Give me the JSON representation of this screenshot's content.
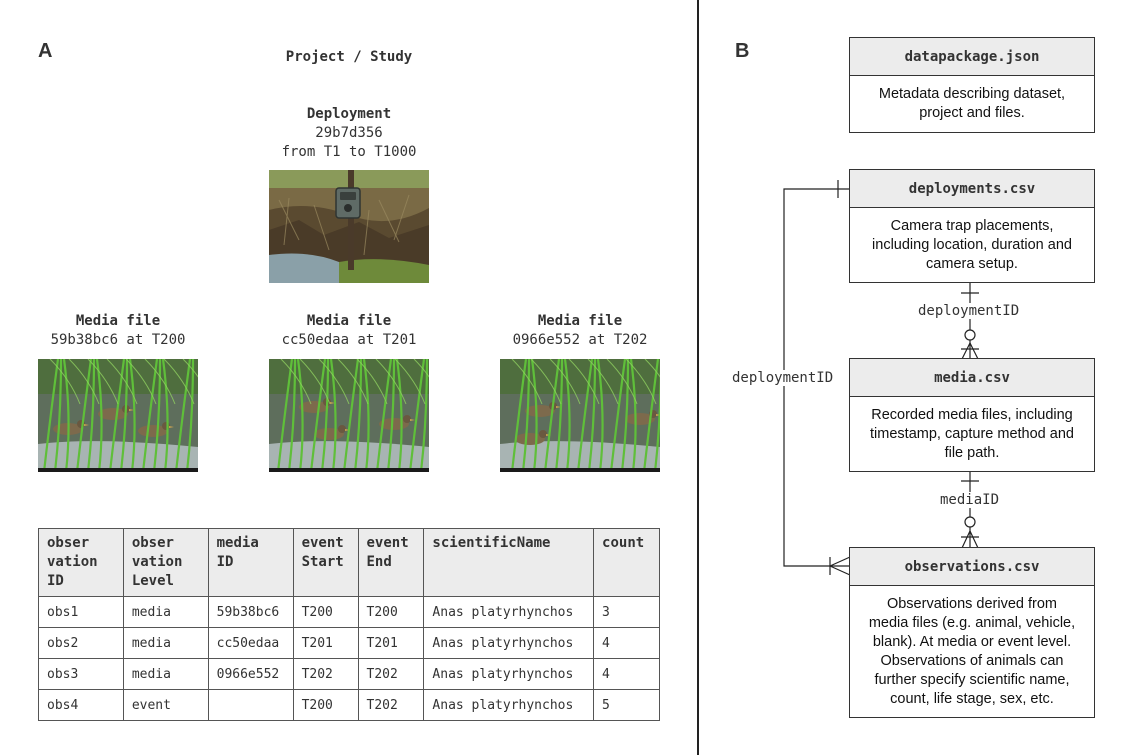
{
  "panel_a": {
    "letter": "A",
    "project_title": "Project / Study",
    "deployment": {
      "title": "Deployment",
      "id": "29b7d356",
      "range": "from T1 to T1000"
    },
    "media": [
      {
        "title": "Media file",
        "subtitle": "59b38bc6 at T200"
      },
      {
        "title": "Media file",
        "subtitle": "cc50edaa at T201"
      },
      {
        "title": "Media file",
        "subtitle": "0966e552 at T202"
      }
    ],
    "table": {
      "headers": [
        [
          "obser",
          "vation",
          "ID"
        ],
        [
          "obser",
          "vation",
          "Level"
        ],
        [
          "media",
          "ID"
        ],
        [
          "event",
          "Start"
        ],
        [
          "event",
          "End"
        ],
        [
          "scientificName"
        ],
        [
          "count"
        ]
      ],
      "rows": [
        [
          "obs1",
          "media",
          "59b38bc6",
          "T200",
          "T200",
          "Anas platyrhynchos",
          "3"
        ],
        [
          "obs2",
          "media",
          "cc50edaa",
          "T201",
          "T201",
          "Anas platyrhynchos",
          "4"
        ],
        [
          "obs3",
          "media",
          "0966e552",
          "T202",
          "T202",
          "Anas platyrhynchos",
          "4"
        ],
        [
          "obs4",
          "event",
          "",
          "T200",
          "T202",
          "Anas platyrhynchos",
          "5"
        ]
      ]
    }
  },
  "panel_b": {
    "letter": "B",
    "boxes": {
      "datapackage": {
        "title": "datapackage.json",
        "lines": [
          "Metadata describing dataset,",
          "project and files."
        ]
      },
      "deployments": {
        "title": "deployments.csv",
        "lines": [
          "Camera trap placements,",
          "including location, duration and",
          "camera setup."
        ]
      },
      "media": {
        "title": "media.csv",
        "lines": [
          "Recorded media files, including",
          "timestamp, capture method and",
          "file path."
        ]
      },
      "observations": {
        "title": "observations.csv",
        "lines": [
          "Observations derived from",
          "media files (e.g. animal, vehicle,",
          "blank). At media or event level.",
          "Observations of animals can",
          "further specify scientific name,",
          "count, life stage, sex, etc."
        ]
      }
    },
    "relations": {
      "deployment_media": "deploymentID",
      "media_observations": "mediaID",
      "deployment_observations": "deploymentID"
    }
  }
}
